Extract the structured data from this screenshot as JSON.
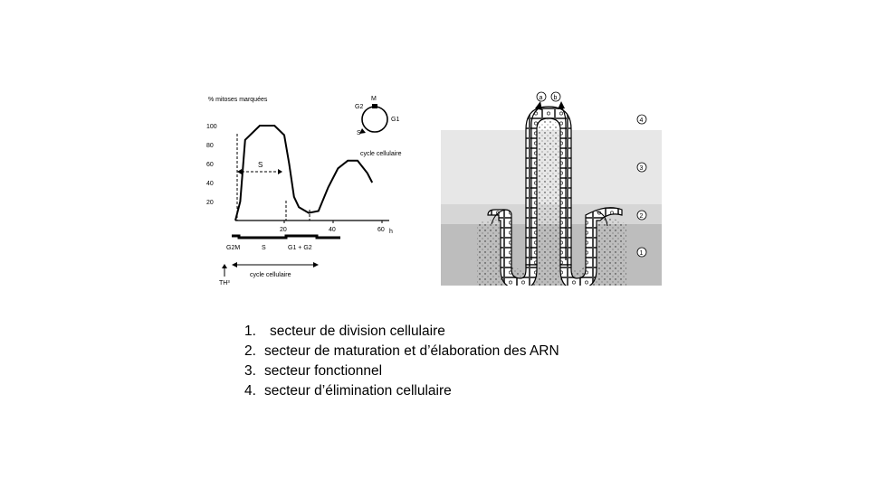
{
  "chart": {
    "ylabel": "% mitoses marquées",
    "xunit": "h",
    "yticks": [
      "20",
      "40",
      "60",
      "80",
      "100"
    ],
    "xticks": [
      "20",
      "40",
      "60"
    ],
    "s_label": "S",
    "phase_labels": [
      "G2M",
      "S",
      "G1 + G2"
    ],
    "cycle_label": "cycle cellulaire",
    "th_label": "TH³",
    "inset": {
      "labels": [
        "M",
        "G2",
        "G1",
        "S"
      ],
      "caption": "cycle cellulaire"
    }
  },
  "chart_data": {
    "type": "line",
    "ylabel": "% mitoses marquées",
    "xlabel": "h",
    "ylim": [
      0,
      100
    ],
    "xticks": [
      20,
      40,
      60
    ],
    "series": [
      {
        "x": [
          0,
          2,
          4,
          10,
          16,
          20,
          22,
          24,
          26,
          30,
          34,
          38,
          42,
          46,
          50,
          54,
          56
        ],
        "y": [
          0,
          20,
          85,
          100,
          100,
          90,
          60,
          25,
          14,
          8,
          10,
          35,
          55,
          63,
          63,
          50,
          40
        ]
      }
    ]
  },
  "crypt": {
    "zone_labels": [
      "4",
      "3",
      "2",
      "1"
    ],
    "top_labels": [
      "a",
      "b"
    ]
  },
  "legend": [
    {
      "num": "1.",
      "text": "secteur de division cellulaire"
    },
    {
      "num": "2.",
      "text": "secteur de maturation et d’élaboration des ARN"
    },
    {
      "num": "3.",
      "text": "secteur fonctionnel"
    },
    {
      "num": "4.",
      "text": "secteur d’élimination cellulaire"
    }
  ]
}
